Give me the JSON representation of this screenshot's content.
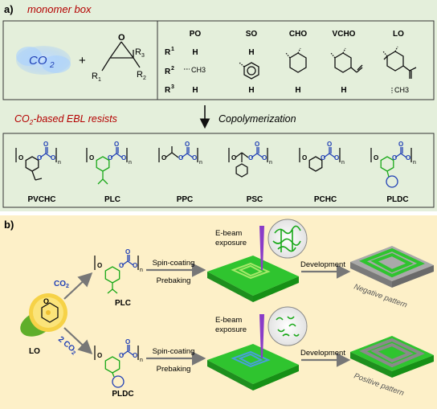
{
  "panel_a": {
    "label": "a)",
    "box_title": "monomer box",
    "co2": "CO",
    "co2_sub": "2",
    "plus": "+",
    "epoxide": {
      "r1": "R",
      "r1_sub": "1",
      "r2": "R",
      "r2_sub": "2",
      "r3": "R",
      "r3_sub": "3"
    },
    "table": {
      "columns": [
        "PO",
        "SO",
        "CHO",
        "VCHO",
        "LO"
      ],
      "rows": [
        {
          "label": "R",
          "sup": "1",
          "cells": [
            "H",
            "H",
            "",
            "",
            ""
          ]
        },
        {
          "label": "R",
          "sup": "2",
          "cells": [
            "CH3",
            "",
            "",
            "",
            ""
          ]
        },
        {
          "label": "R",
          "sup": "3",
          "cells": [
            "H",
            "H",
            "H",
            "H",
            "CH3"
          ]
        }
      ]
    },
    "resists_title_prefix": "CO",
    "resists_title_sub": "2",
    "resists_title_suffix": "-based EBL resists",
    "copoly_label": "Copolymerization",
    "polymers": [
      "PVCHC",
      "PLC",
      "PPC",
      "PSC",
      "PCHC",
      "PLDC"
    ],
    "n": "n"
  },
  "panel_b": {
    "label": "b)",
    "top": {
      "reagent": "CO",
      "reagent_sub": "2",
      "polymer": "PLC",
      "step1": "Spin-coating",
      "step2": "Prebaking",
      "exposure_l1": "E-beam",
      "exposure_l2": "exposure",
      "development": "Development",
      "result": "Negative pattern"
    },
    "bottom": {
      "reagent": "2 CO",
      "reagent_sub": "2",
      "polymer": "PLDC",
      "step1": "Spin-coating",
      "step2": "Prebaking",
      "exposure_l1": "E-beam",
      "exposure_l2": "exposure",
      "development": "Development",
      "result": "Positive pattern"
    },
    "monomer": "LO"
  },
  "colors": {
    "panel_a_bg": "#e4efdb",
    "panel_b_bg": "#fdf0c8",
    "title_red": "#b40000",
    "carbonate_blue": "#1f3fb5",
    "terpene_green": "#18a818",
    "chip_green": "#2fc42f",
    "beam_purple": "#8a3cc8"
  }
}
